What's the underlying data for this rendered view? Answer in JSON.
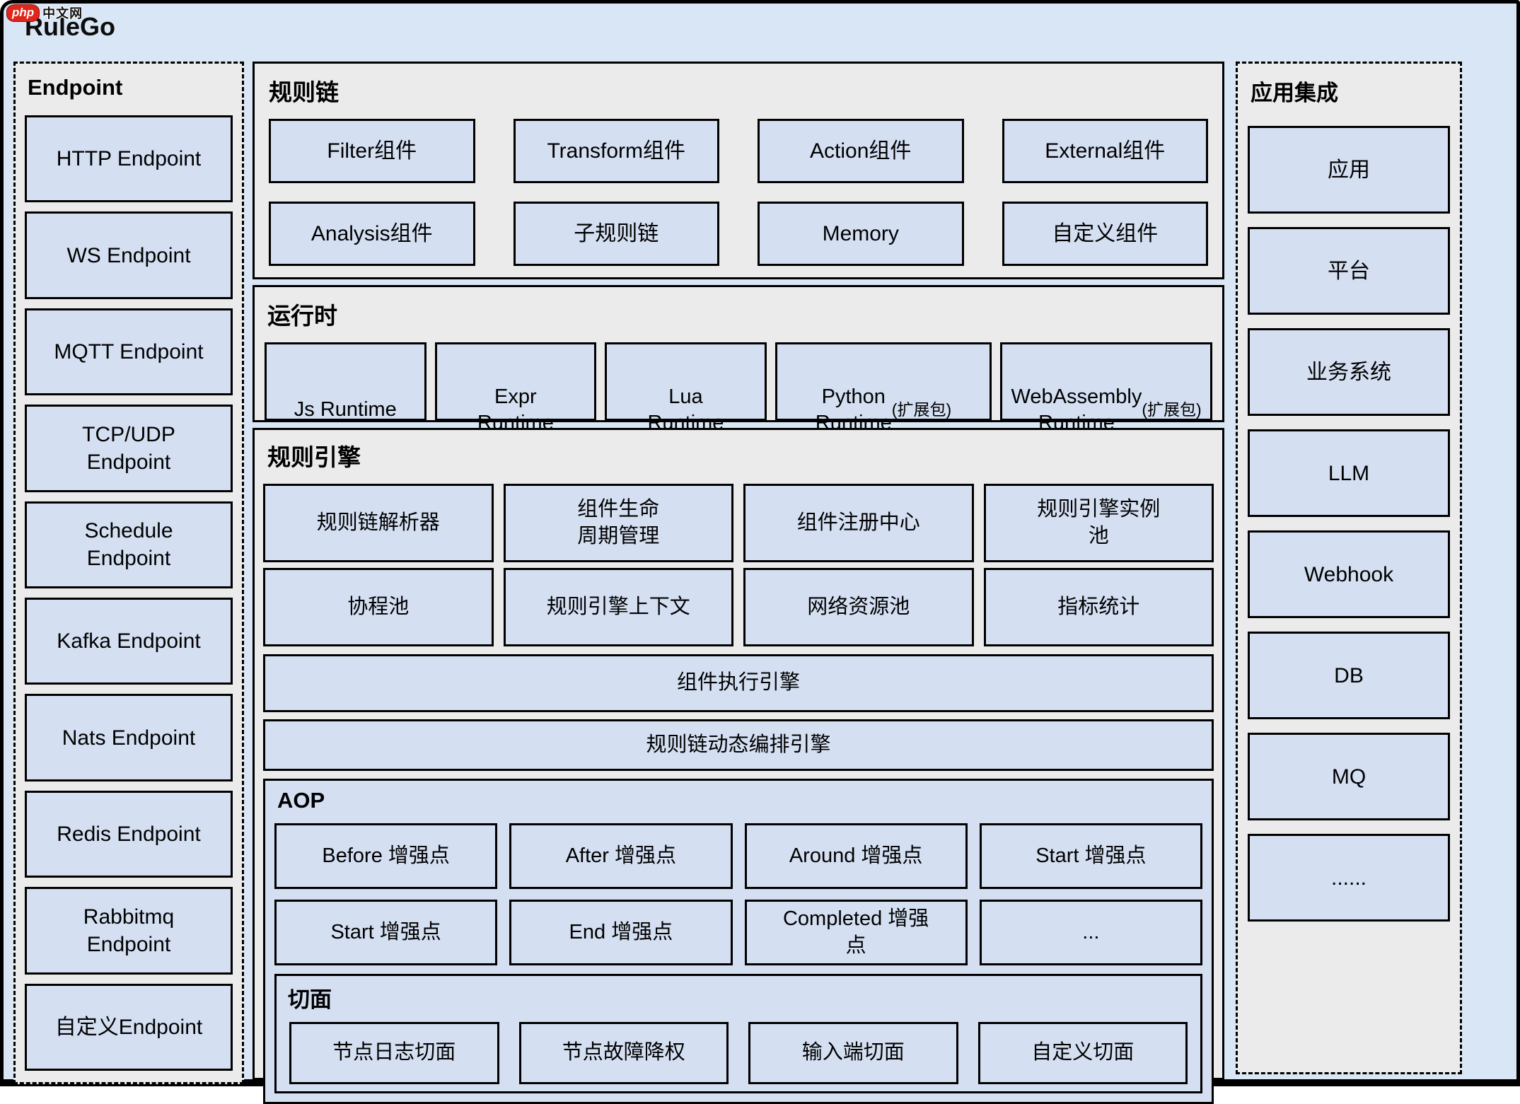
{
  "page": {
    "title": "RuleGo",
    "watermark_badge": "php",
    "watermark_site": "中文网"
  },
  "colors": {
    "page_bg": "#d9e6f5",
    "section_bg": "#ebebeb",
    "box_bg": "#d4dff2",
    "border": "#000000",
    "logo_red": "#e0251b"
  },
  "endpoint": {
    "title": "Endpoint",
    "items": [
      "HTTP Endpoint",
      "WS Endpoint",
      "MQTT Endpoint",
      "TCP/UDP\nEndpoint",
      "Schedule\nEndpoint",
      "Kafka Endpoint",
      "Nats Endpoint",
      "Redis Endpoint",
      "Rabbitmq\nEndpoint",
      "自定义Endpoint"
    ]
  },
  "rule_chain": {
    "title": "规则链",
    "items": [
      "Filter组件",
      "Transform组件",
      "Action组件",
      "External组件",
      "Analysis组件",
      "子规则链",
      "Memory",
      "自定义组件"
    ]
  },
  "runtime": {
    "title": "运行时",
    "items": [
      {
        "name": "Js Runtime",
        "note": ""
      },
      {
        "name": "Expr\nRuntime",
        "note": ""
      },
      {
        "name": "Lua\nRuntime",
        "note": ""
      },
      {
        "name": "Python\nRuntime",
        "note": "(扩展包)"
      },
      {
        "name": "WebAssembly\nRuntime",
        "note": "(扩展包)"
      }
    ]
  },
  "engine": {
    "title": "规则引擎",
    "items": [
      "规则链解析器",
      "组件生命\n周期管理",
      "组件注册中心",
      "规则引擎实例\n池",
      "协程池",
      "规则引擎上下文",
      "网络资源池",
      "指标统计"
    ],
    "bars": [
      "组件执行引擎",
      "规则链动态编排引擎"
    ]
  },
  "aop": {
    "title": "AOP",
    "items": [
      "Before 增强点",
      "After 增强点",
      "Around 增强点",
      "Start 增强点",
      "Start 增强点",
      "End 增强点",
      "Completed 增强\n点",
      "..."
    ]
  },
  "aspect": {
    "title": "切面",
    "items": [
      "节点日志切面",
      "节点故障降权",
      "输入端切面",
      "自定义切面"
    ]
  },
  "integration": {
    "title": "应用集成",
    "items": [
      "应用",
      "平台",
      "业务系统",
      "LLM",
      "Webhook",
      "DB",
      "MQ",
      "......"
    ]
  }
}
